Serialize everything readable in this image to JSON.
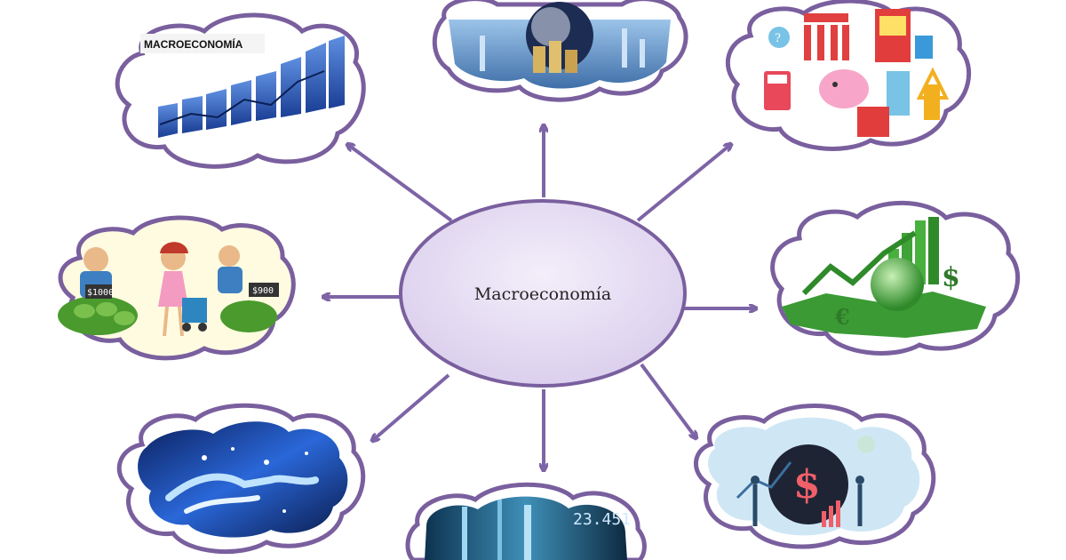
{
  "diagram": {
    "center_label": "Macroeconomía",
    "top_left_card_label": "MACROECONOMÍA",
    "colors": {
      "cloud_border": "#7a5f9e",
      "arrow": "#7d64a6",
      "center_fill": "#e6dcf3",
      "center_stroke": "#7a5f9e"
    },
    "price_tags": [
      "$1000",
      "$900"
    ],
    "clouds": [
      {
        "id": "bar-chart",
        "icon": "bar-chart-icon"
      },
      {
        "id": "coins-globe",
        "icon": "coins-globe-icon"
      },
      {
        "id": "economy-icons",
        "icon": "bank-piggybank-icon"
      },
      {
        "id": "market-vendors",
        "icon": "market-vendors-icon"
      },
      {
        "id": "green-globe",
        "icon": "green-growth-globe-icon"
      },
      {
        "id": "handshake",
        "icon": "digital-handshake-icon"
      },
      {
        "id": "stock-board",
        "icon": "stock-ticker-icon"
      },
      {
        "id": "dollar-finance",
        "icon": "dollar-finance-icon"
      }
    ],
    "stock_digits": "23.451"
  }
}
